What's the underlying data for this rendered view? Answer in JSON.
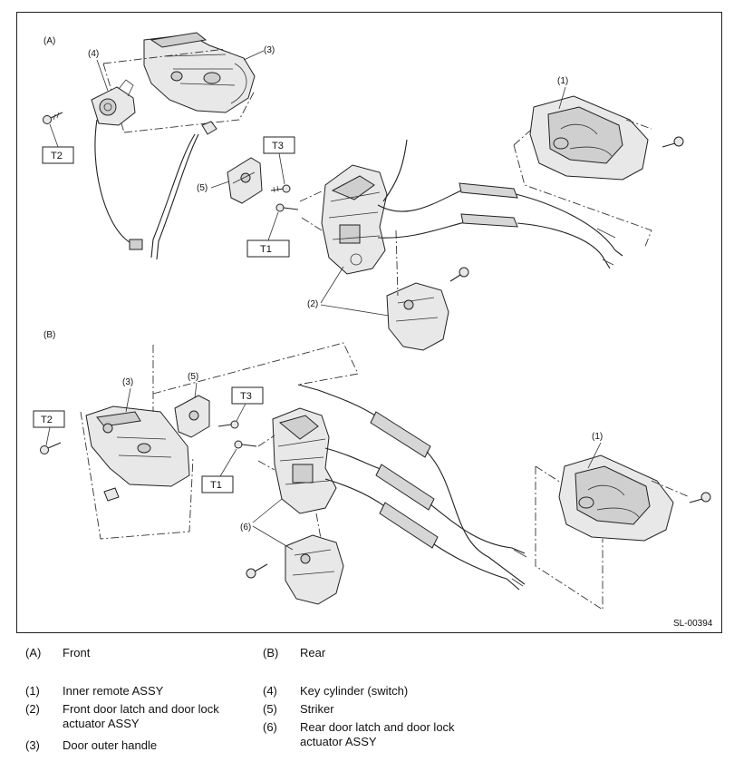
{
  "figure": {
    "code": "SL-00394",
    "views": {
      "front": "(A)",
      "rear": "(B)"
    },
    "callouts": {
      "inner_remote": "(1)",
      "front_latch": "(2)",
      "outer_handle": "(3)",
      "key_cylinder": "(4)",
      "striker": "(5)",
      "rear_latch": "(6)"
    },
    "torque_labels": {
      "t1": "T1",
      "t2": "T2",
      "t3": "T3"
    }
  },
  "legend": [
    {
      "key": "(A)",
      "text": "Front"
    },
    {
      "key": "(B)",
      "text": "Rear"
    },
    {
      "key": "(1)",
      "text": "Inner remote ASSY"
    },
    {
      "key": "(2)",
      "text": "Front door latch and door lock actuator ASSY"
    },
    {
      "key": "(3)",
      "text": "Door outer handle"
    },
    {
      "key": "(4)",
      "text": "Key cylinder (switch)"
    },
    {
      "key": "(5)",
      "text": "Striker"
    },
    {
      "key": "(6)",
      "text": "Rear door latch and door lock actuator ASSY"
    }
  ]
}
